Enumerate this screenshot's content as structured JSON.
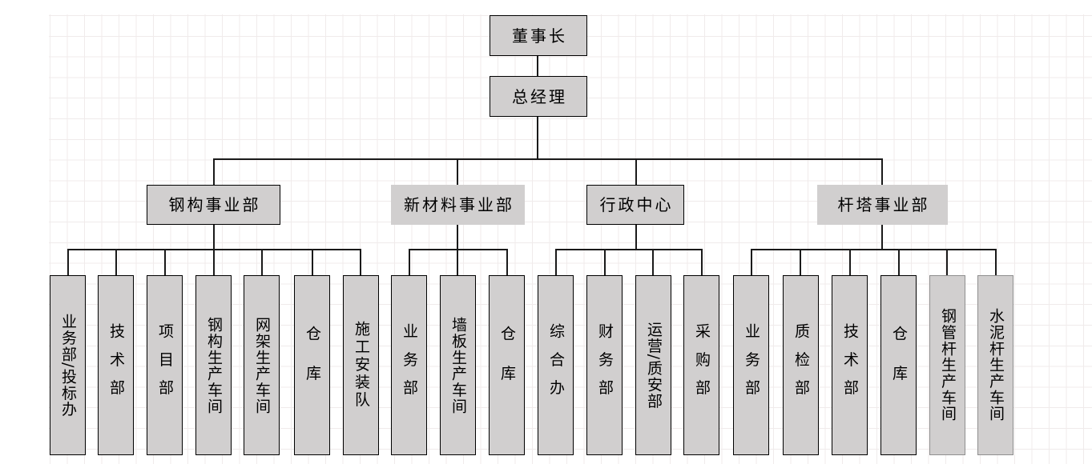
{
  "org_chart": {
    "chairman": "董事长",
    "general_manager": "总经理",
    "divisions": [
      {
        "name": "钢构事业部",
        "departments": [
          "业务部/投标办",
          "技术部",
          "项目部",
          "钢构生产车间",
          "网架生产车间",
          "仓库",
          "施工安装队"
        ]
      },
      {
        "name": "新材料事业部",
        "departments": [
          "业务部",
          "墙板生产车间",
          "仓库"
        ]
      },
      {
        "name": "行政中心",
        "departments": [
          "综合办",
          "财务部",
          "运营/质安部",
          "采购部"
        ]
      },
      {
        "name": "杆塔事业部",
        "departments": [
          "业务部",
          "质检部",
          "技术部",
          "仓库",
          "钢管杆生产车间",
          "水泥杆生产车间"
        ]
      }
    ]
  },
  "colors": {
    "background": "#ffffff",
    "grid_line": "#f0ebeb",
    "box_fill": "#d1cfcf",
    "box_border": "#000000",
    "soft_border": "#8f8f8f",
    "connector": "#1a1a1a"
  }
}
